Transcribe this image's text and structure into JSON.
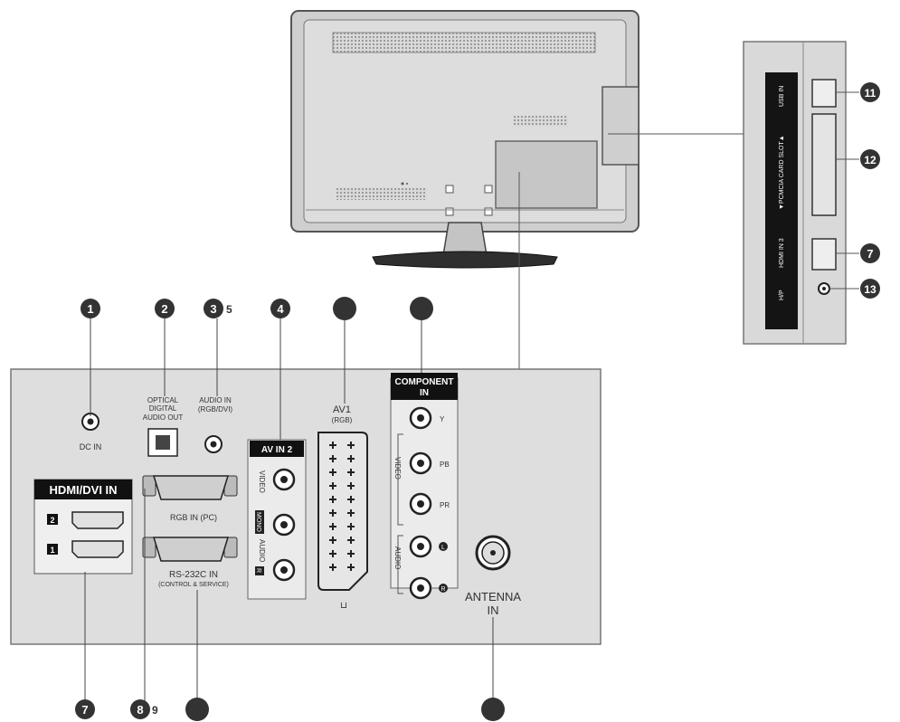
{
  "side_panel": {
    "usb_in": "USB IN",
    "pcmcia": "▼PCMCIA CARD SLOT▲",
    "hdmi_in3": "HDMI IN 3",
    "headphone": "H/P"
  },
  "rear_panel": {
    "dc_in": "DC IN",
    "optical_1": "OPTICAL",
    "optical_2": "DIGITAL",
    "optical_3": "AUDIO OUT",
    "audio_in_1": "AUDIO IN",
    "audio_in_2": "(RGB/DVI)",
    "av_in2": "AV IN 2",
    "video": "VIDEO",
    "mono": "MONO",
    "audio": "AUDIO",
    "r": "R",
    "av1_1": "AV1",
    "av1_2": "(RGB)",
    "component_1": "COMPONENT",
    "component_2": "IN",
    "y": "Y",
    "pb": "PB",
    "pr": "PR",
    "comp_video": "VIDEO",
    "comp_audio": "AUDIO",
    "l": "L",
    "comp_r": "R",
    "hdmi_dvi": "HDMI/DVI IN",
    "hdmi_2": "2",
    "hdmi_1": "1",
    "rgb_in": "RGB IN (PC)",
    "rs232_1": "RS-232C IN",
    "rs232_2": "(CONTROL & SERVICE)",
    "antenna_1": "ANTENNA",
    "antenna_2": "IN"
  },
  "callouts": {
    "c1": "1",
    "c2": "2",
    "c3": "3",
    "c3b": "5",
    "c4": "4",
    "c7": "7",
    "c8": "8",
    "c8b": "9",
    "c11": "11",
    "c12": "12",
    "c7b": "7",
    "c13": "13"
  }
}
